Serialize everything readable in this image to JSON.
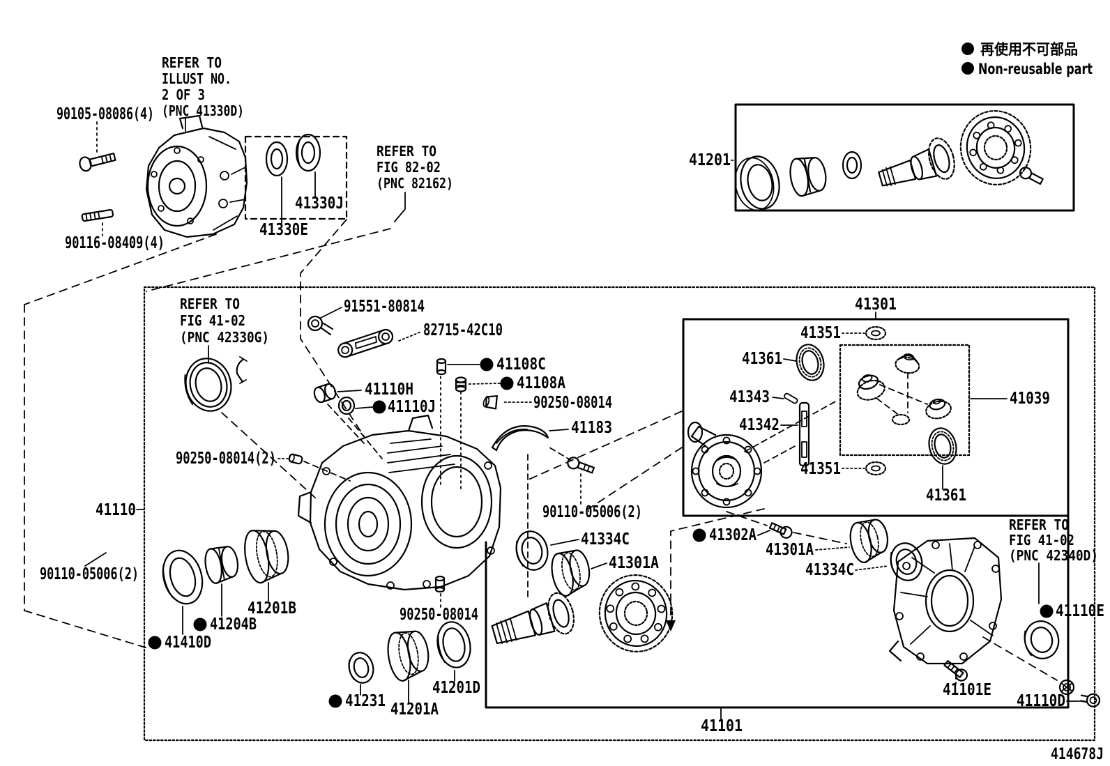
{
  "diagram_code": "414678J",
  "legend": {
    "jp": "再使用不可部品",
    "en": "Non-reusable part"
  },
  "notes": {
    "illust": [
      "REFER TO",
      "ILLUST NO.",
      "2 OF 3",
      "(PNC 41330D)"
    ],
    "fig82": [
      "REFER TO",
      "FIG 82-02",
      "(PNC 82162)"
    ],
    "fig41_carrier": [
      "REFER TO",
      "FIG 41-02",
      "(PNC 42330G)"
    ],
    "fig41_cover": [
      "REFER TO",
      "FIG 41-02",
      "(PNC 42340D)"
    ]
  },
  "parts": {
    "p90105": "90105-08086(4)",
    "p90116": "90116-08409(4)",
    "p41330E": "41330E",
    "p41330J": "41330J",
    "p41201": "41201",
    "p91551": "91551-80814",
    "p82715": "82715-42C10",
    "p41110H": "41110H",
    "p41110J": "41110J",
    "p41108C": "41108C",
    "p41108A": "41108A",
    "p90250_top": "90250-08014",
    "p41183": "41183",
    "p90110_ctr": "90110-05006(2)",
    "p41301": "41301",
    "p41351_a": "41351",
    "p41361_a": "41361",
    "p41343": "41343",
    "p41342": "41342",
    "p41039": "41039",
    "p41351_b": "41351",
    "p41361_b": "41361",
    "p41302A": "41302A",
    "p41301A_r": "41301A",
    "p41334C_r": "41334C",
    "p41334C_l": "41334C",
    "p41301A_l": "41301A",
    "p41110E": "41110E",
    "p41101E": "41101E",
    "p41110D": "41110D",
    "p41101": "41101",
    "p90250_btm": "90250-08014",
    "p41201D": "41201D",
    "p41201A": "41201A",
    "p41231": "41231",
    "p90250_2": "90250-08014(2)",
    "p41110": "41110",
    "p90110_left": "90110-05006(2)",
    "p41201B": "41201B",
    "p41204B": "41204B",
    "p41410D": "41410D"
  }
}
